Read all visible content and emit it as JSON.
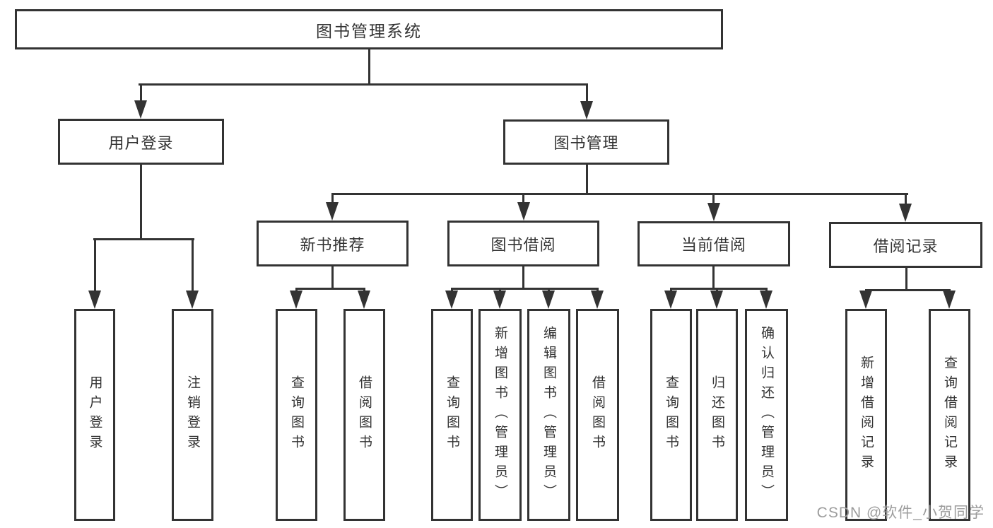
{
  "diagram": {
    "root": {
      "label": "图书管理系统"
    },
    "level2": [
      {
        "label": "用户登录"
      },
      {
        "label": "图书管理"
      }
    ],
    "level3": [
      {
        "label": "新书推荐",
        "parent": "图书管理"
      },
      {
        "label": "图书借阅",
        "parent": "图书管理"
      },
      {
        "label": "当前借阅",
        "parent": "图书管理"
      },
      {
        "label": "借阅记录",
        "parent": "图书管理"
      }
    ],
    "leaves": [
      {
        "label": "用户登录",
        "parent": "用户登录"
      },
      {
        "label": "注销登录",
        "parent": "用户登录"
      },
      {
        "label": "查询图书",
        "parent": "新书推荐"
      },
      {
        "label": "借阅图书",
        "parent": "新书推荐"
      },
      {
        "label": "查询图书",
        "parent": "图书借阅"
      },
      {
        "label": "新增图书（管理员）",
        "parent": "图书借阅"
      },
      {
        "label": "编辑图书（管理员）",
        "parent": "图书借阅"
      },
      {
        "label": "借阅图书",
        "parent": "图书借阅"
      },
      {
        "label": "查询图书",
        "parent": "当前借阅"
      },
      {
        "label": "归还图书",
        "parent": "当前借阅"
      },
      {
        "label": "确认归还（管理员）",
        "parent": "当前借阅"
      },
      {
        "label": "新增借阅记录",
        "parent": "借阅记录"
      },
      {
        "label": "查询借阅记录",
        "parent": "借阅记录"
      }
    ]
  },
  "watermark": {
    "text": "CSDN @软件_小贺同学"
  },
  "colors": {
    "line": "#333333",
    "background": "#ffffff",
    "watermark": "#9c9c9c"
  }
}
